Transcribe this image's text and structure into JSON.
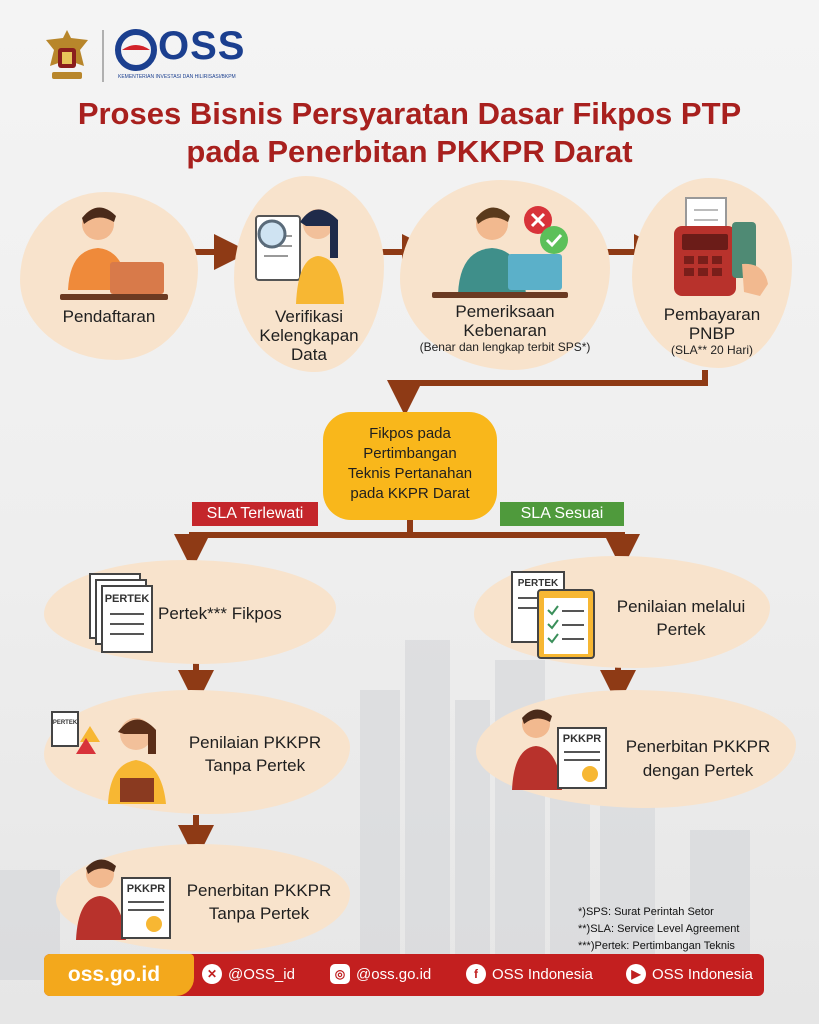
{
  "logo": {
    "brand": "OSS",
    "ministry": "KEMENTERIAN INVESTASI DAN HILIRISASI/BKPM"
  },
  "title": {
    "line1": "Proses Bisnis Persyaratan Dasar Fikpos PTP",
    "line2": "pada Penerbitan PKKPR Darat"
  },
  "steps": {
    "s1": "Pendaftaran",
    "s2": {
      "l1": "Verifikasi",
      "l2": "Kelengkapan",
      "l3": "Data"
    },
    "s3": {
      "l1": "Pemeriksaan",
      "l2": "Kebenaran",
      "sub": "(Benar dan lengkap terbit SPS*)"
    },
    "s4": {
      "l1": "Pembayaran",
      "l2": "PNBP",
      "sub": "(SLA** 20 Hari)"
    }
  },
  "center_box": {
    "l1": "Fikpos pada",
    "l2": "Pertimbangan",
    "l3": "Teknis Pertanahan",
    "l4": "pada KKPR Darat"
  },
  "branches": {
    "left": "SLA Terlewati",
    "right": "SLA Sesuai"
  },
  "left_flow": {
    "a": "Pertek*** Fikpos",
    "b": {
      "l1": "Penilaian PKKPR",
      "l2": "Tanpa Pertek"
    },
    "c": {
      "l1": "Penerbitan PKKPR",
      "l2": "Tanpa Pertek"
    }
  },
  "right_flow": {
    "a": {
      "l1": "Penilaian melalui",
      "l2": "Pertek"
    },
    "b": {
      "l1": "Penerbitan PKKPR",
      "l2": "dengan Pertek"
    }
  },
  "icon_text": {
    "pertek": "PERTEK",
    "pkkpr": "PKKPR"
  },
  "notes": [
    "*)SPS: Surat Perintah Setor",
    "**)SLA: Service Level Agreement",
    "***)Pertek: Pertimbangan Teknis"
  ],
  "footer": {
    "site": "oss.go.id",
    "x": "@OSS_id",
    "instagram": "@oss.go.id",
    "facebook": "OSS Indonesia",
    "youtube": "OSS Indonesia"
  },
  "colors": {
    "title": "#a8201e",
    "arrow": "#8e3a15",
    "blob": "#f8e3cc",
    "center": "#f9b71b",
    "red_tag": "#c4262b",
    "green_tag": "#4f9a3c",
    "footer": "#c31f1f"
  }
}
